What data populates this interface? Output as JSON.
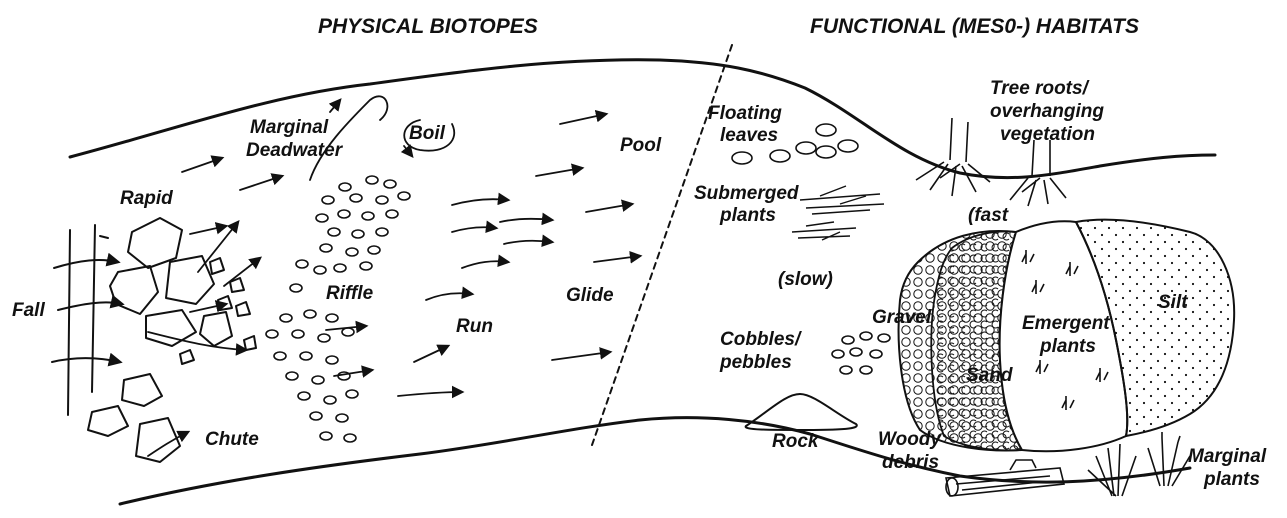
{
  "titles": {
    "left": "PHYSICAL BIOTOPES",
    "right": "FUNCTIONAL (MES0-) HABITATS"
  },
  "biotopes": {
    "fall": "Fall",
    "rapid": "Rapid",
    "marginal_1": "Marginal",
    "marginal_2": "Deadwater",
    "boil": "Boil",
    "riffle": "Riffle",
    "run": "Run",
    "pool": "Pool",
    "glide": "Glide",
    "chute": "Chute"
  },
  "habitats": {
    "floating_1": "Floating",
    "floating_2": "leaves",
    "submerged_1": "Submerged",
    "submerged_2": "plants",
    "slow": "(slow)",
    "fast": "(fast",
    "tree_1": "Tree roots/",
    "tree_2": "overhanging",
    "tree_3": "vegetation",
    "cobbles_1": "Cobbles/",
    "cobbles_2": "pebbles",
    "gravel": "Gravel",
    "sand": "Sand",
    "emergent_1": "Emergent",
    "emergent_2": "plants",
    "silt": "Silt",
    "rock": "Rock",
    "woody_1": "Woody",
    "woody_2": "debris",
    "marginal_plants_1": "Marginal",
    "marginal_plants_2": "plants"
  },
  "colors": {
    "ink": "#111111",
    "background": "#ffffff"
  }
}
